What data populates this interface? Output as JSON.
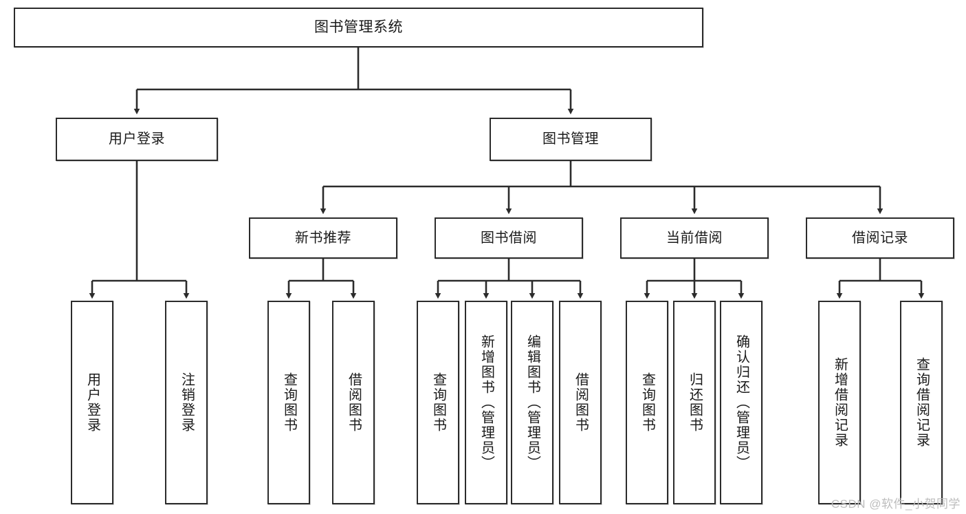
{
  "diagram": {
    "title": "图书管理系统",
    "watermark": "CSDN @软件_小贺同学",
    "colors": {
      "stroke": "#2b2b2b",
      "fill": "#ffffff",
      "text": "#1a1a1a",
      "watermark": "#bdbdbd"
    },
    "nodes": {
      "root": {
        "label": "图书管理系统"
      },
      "level2": [
        {
          "label": "用户登录"
        },
        {
          "label": "图书管理"
        }
      ],
      "level3": [
        {
          "label": "新书推荐"
        },
        {
          "label": "图书借阅"
        },
        {
          "label": "当前借阅"
        },
        {
          "label": "借阅记录"
        }
      ],
      "leaves": {
        "user_login": [
          {
            "label": "用户登录"
          },
          {
            "label": "注销登录"
          }
        ],
        "new_book_recommend": [
          {
            "label": "查询图书"
          },
          {
            "label": "借阅图书"
          }
        ],
        "book_borrow": [
          {
            "label": "查询图书"
          },
          {
            "label": "新增图书（管理员）"
          },
          {
            "label": "编辑图书（管理员）"
          },
          {
            "label": "借阅图书"
          }
        ],
        "current_borrow": [
          {
            "label": "查询图书"
          },
          {
            "label": "归还图书"
          },
          {
            "label": "确认归还（管理员）"
          }
        ],
        "borrow_record": [
          {
            "label": "新增借阅记录"
          },
          {
            "label": "查询借阅记录"
          }
        ]
      }
    }
  }
}
